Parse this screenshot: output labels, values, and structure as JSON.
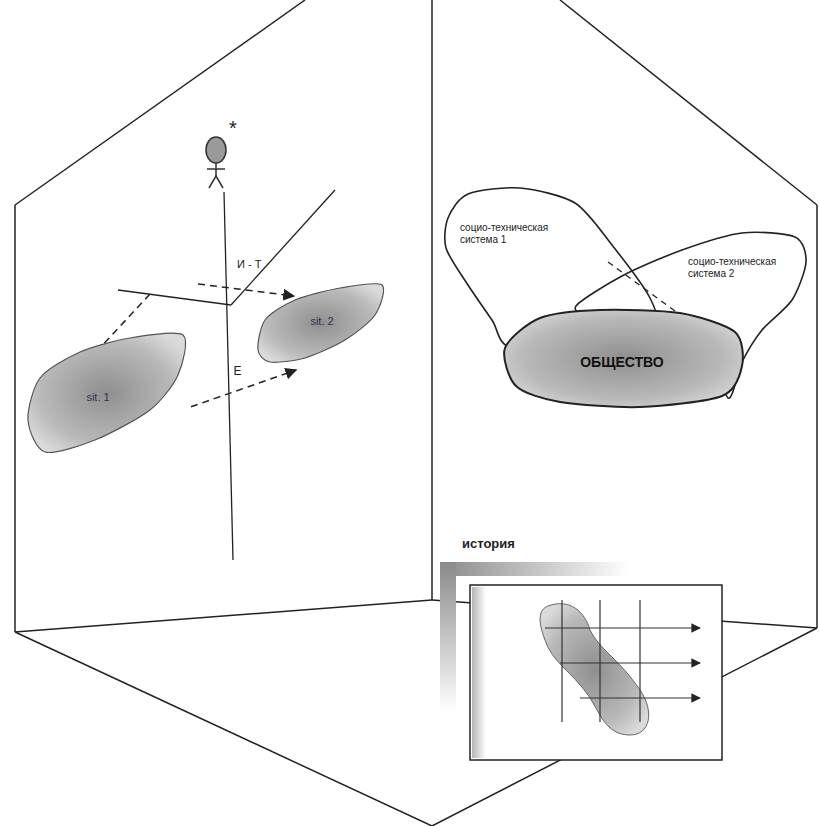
{
  "diagram": {
    "nodes": [
      {
        "text": [
          "sit. 1"
        ]
      },
      {
        "text": [
          "sit. 2"
        ]
      },
      {
        "text": [
          "социо-техническая система 1"
        ]
      },
      {
        "text": [
          "социо-техническая система 2"
        ]
      },
      {
        "text": [
          "ОБЩЕСТВО"
        ]
      }
    ],
    "edges": [
      {
        "from": 0,
        "to": 1,
        "label": "E",
        "arrow": "to"
      }
    ],
    "labels": [
      "*",
      "И - Т",
      "история"
    ]
  }
}
